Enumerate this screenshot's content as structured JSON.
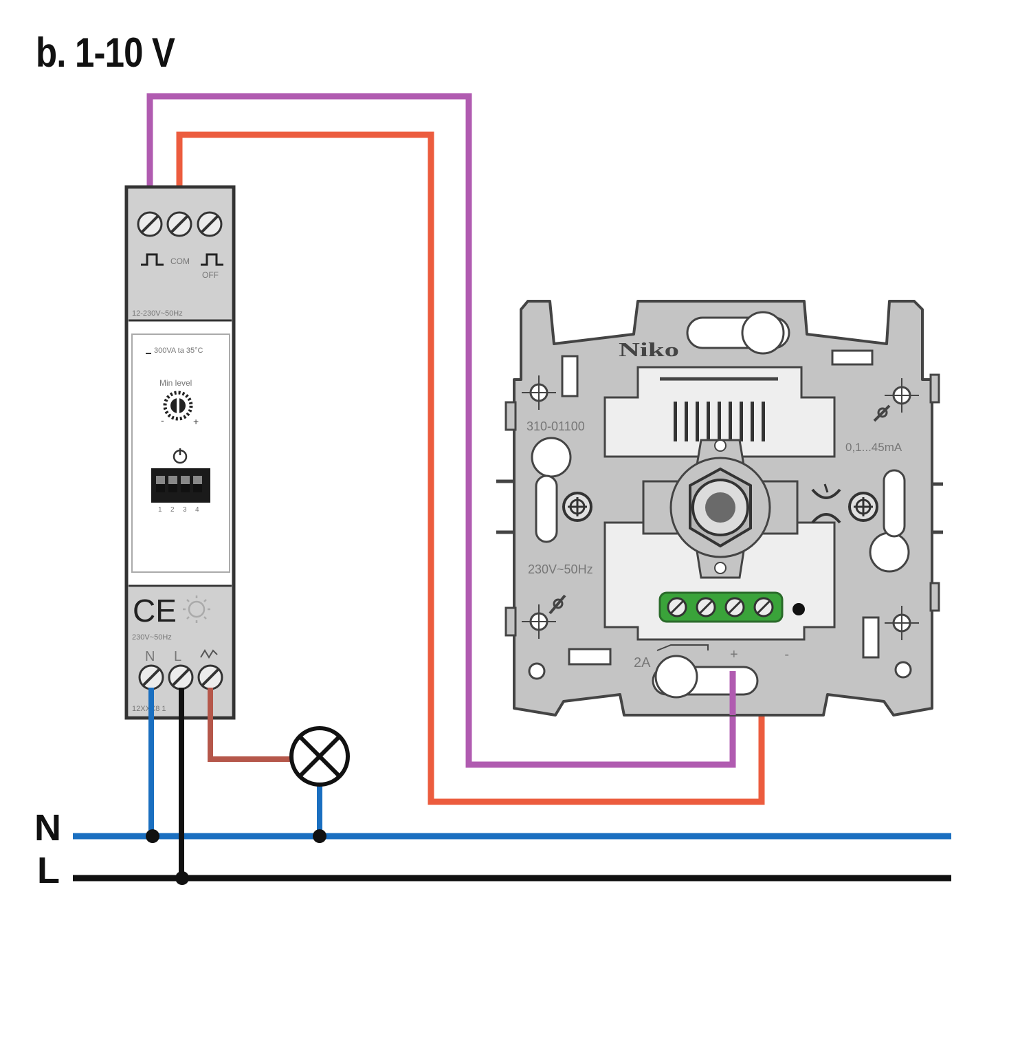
{
  "title": "b. 1-10 V",
  "bus": {
    "neutral_label": "N",
    "live_label": "L"
  },
  "din_module": {
    "top_terminal_labels": {
      "com": "COM",
      "off": "OFF"
    },
    "supply_top": "12-230V~50Hz",
    "rating": "300VA ta 35°C",
    "min_level": "Min level",
    "dip_numbers": [
      "1",
      "2",
      "3",
      "4"
    ],
    "supply_bottom": "230V~50Hz",
    "bottom_terminal_labels": [
      "N",
      "L"
    ],
    "ce_mark": "CE",
    "part_number": "12XXX8 1"
  },
  "dimmer_insert": {
    "brand": "Niko",
    "article": "310-01100",
    "current_range": "0,1...45mA",
    "supply": "230V~50Hz",
    "fuse": "2A",
    "control_polarity": "+ -"
  },
  "colors": {
    "neutral": "#1a6fc0",
    "live": "#111111",
    "control_purple": "#b05bb0",
    "control_orange": "#ec5c3e",
    "switched_load": "#b5574a",
    "terminal_green": "#3aa33a"
  },
  "icons": [
    "lamp-icon",
    "screw-terminal-icon",
    "potentiometer-icon",
    "sun-icon",
    "dip-switch-icon"
  ]
}
